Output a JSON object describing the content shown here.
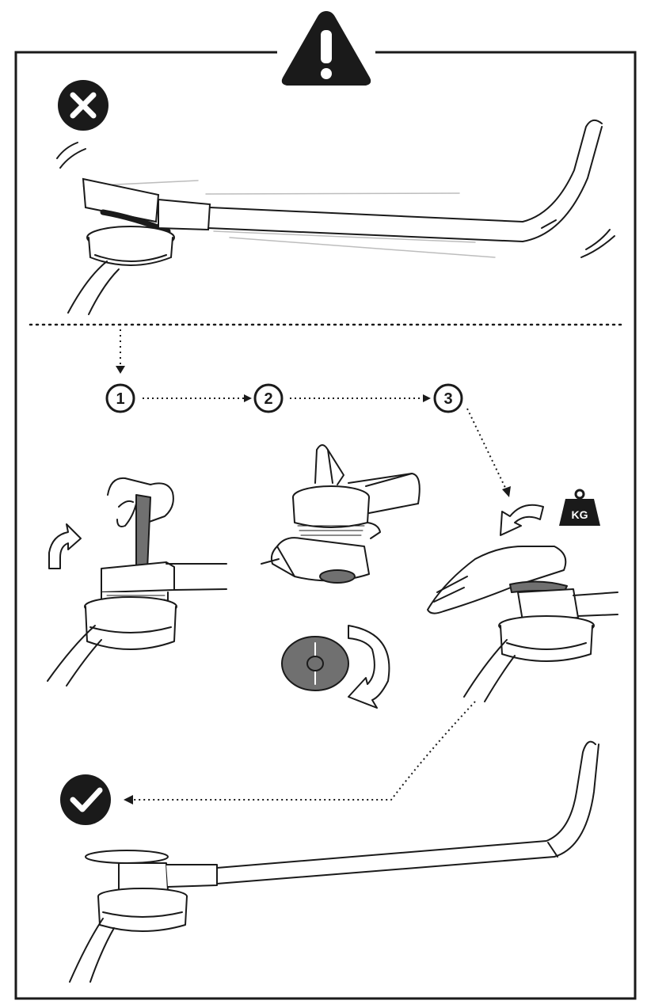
{
  "steps": [
    {
      "number": "1"
    },
    {
      "number": "2"
    },
    {
      "number": "3"
    }
  ],
  "weight_badge": {
    "label": "KG"
  },
  "icons": {
    "warning": "warning-triangle-icon",
    "wrong": "cross-circle-icon",
    "correct": "check-circle-icon",
    "rotate": "rotate-arrow-icon",
    "weight": "weight-icon"
  },
  "colors": {
    "line": "#1a1a1a",
    "badge": "#1a1a1a",
    "part_fill": "#707070",
    "hand_fill": "#ffffff"
  }
}
